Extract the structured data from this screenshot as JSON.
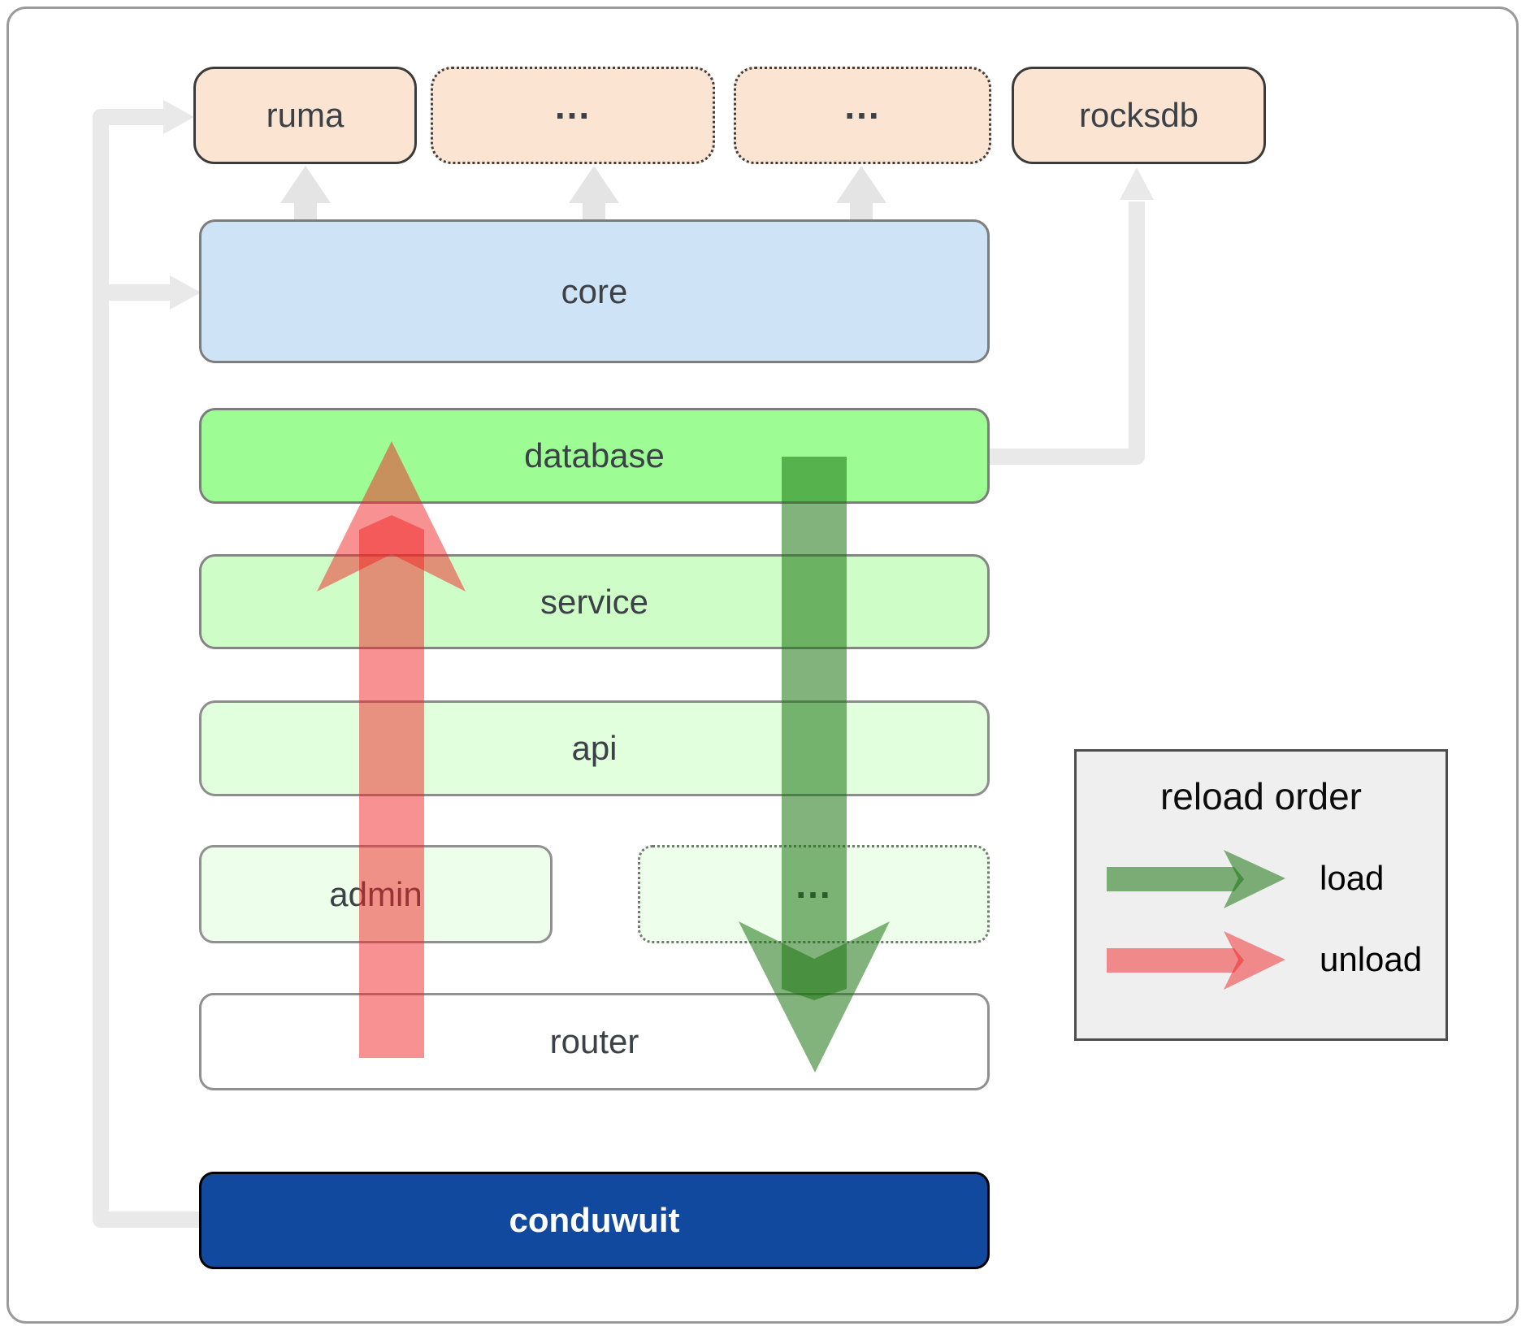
{
  "nodes": {
    "ruma": "ruma",
    "ellipsis1": "...",
    "ellipsis2": "...",
    "rocksdb": "rocksdb",
    "core": "core",
    "database": "database",
    "service": "service",
    "api": "api",
    "admin": "admin",
    "ellipsis3": "...",
    "router": "router",
    "conduwuit": "conduwuit"
  },
  "legend": {
    "title": "reload order",
    "load_label": "load",
    "unload_label": "unload"
  },
  "colors": {
    "load": "#1b7510",
    "unload": "#f22424",
    "connector": "#e9e9e9",
    "up_arrow": "#e4e4e4",
    "peach_fill": "#fce4d3",
    "core_fill": "#cfe3f7",
    "database_fill": "#9efc95",
    "service_fill": "#cffdc8",
    "api_fill": "#e1fedd",
    "faint_fill": "#edfeea",
    "router_fill": "#ffffff",
    "conduwuit_fill": "#10499e",
    "legend_fill": "#efefef"
  }
}
